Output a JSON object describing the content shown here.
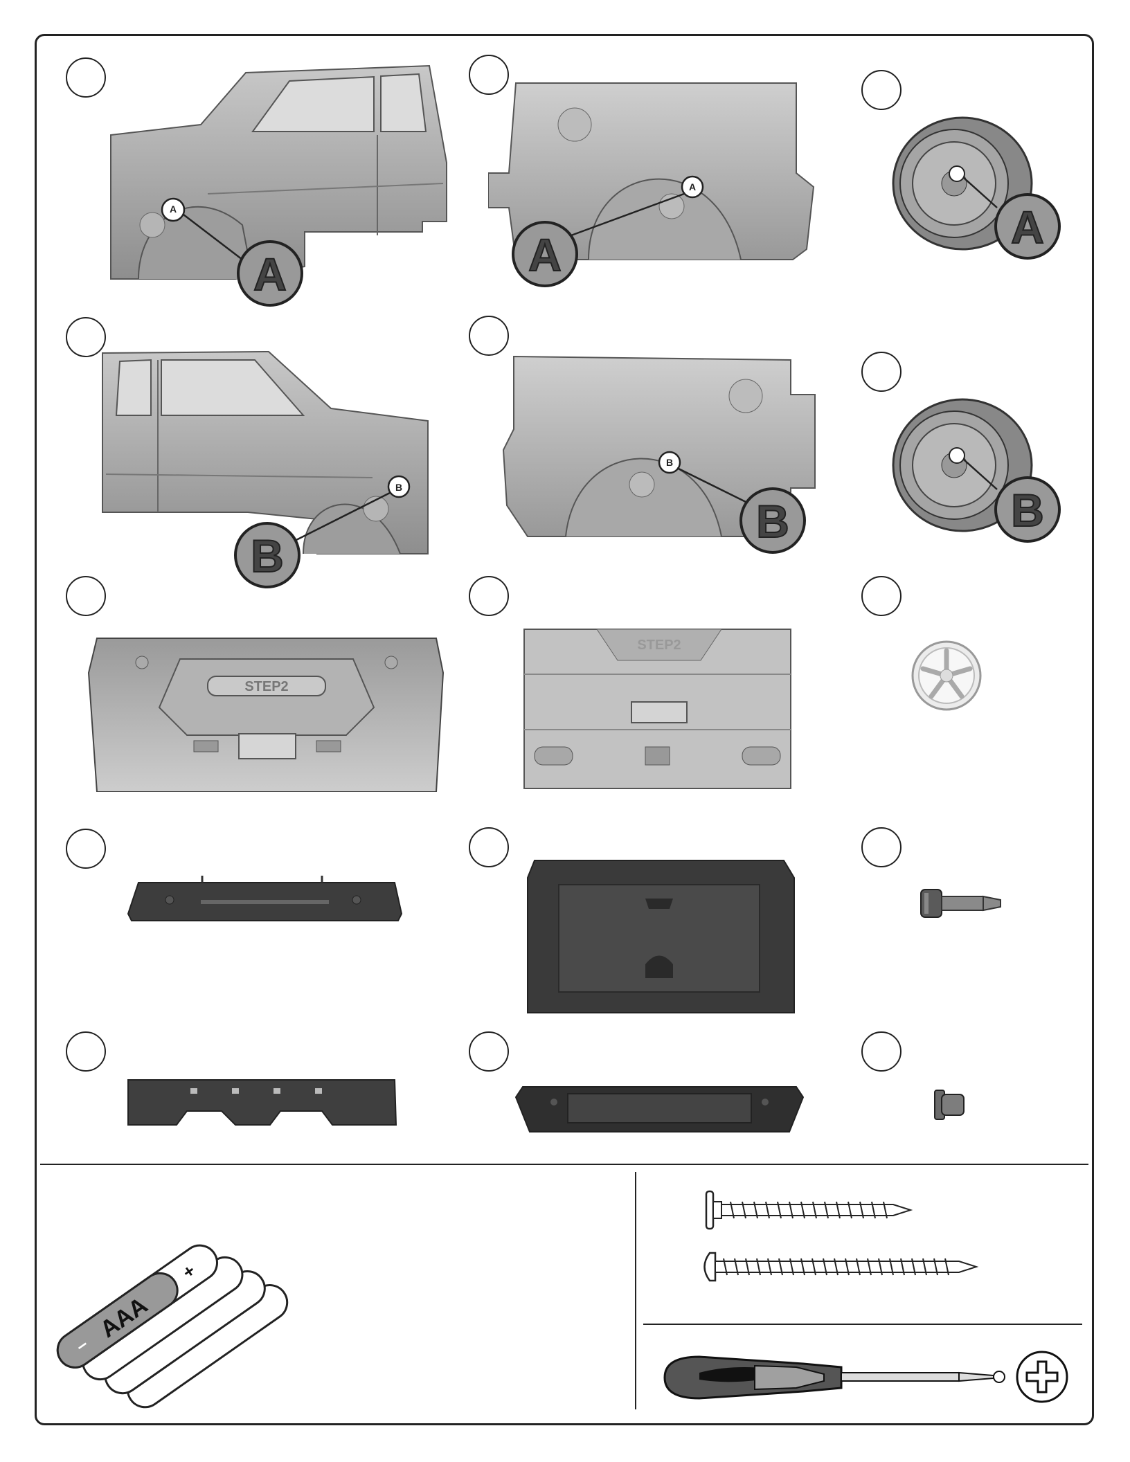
{
  "page": {
    "title": ""
  },
  "labels": {
    "a_small": "A",
    "a_large": "A",
    "b_small": "B",
    "b_large": "B",
    "brand": "STEP2",
    "battery": "AAA",
    "plus": "+",
    "minus": "–"
  },
  "colors": {
    "line": "#222222",
    "part_gray": "#a9a9a9",
    "dark_part": "#3a3a3a",
    "background": "#ffffff"
  },
  "parts": [
    {
      "icon": "truck-cab-left-side"
    },
    {
      "icon": "truck-bed-left-side"
    },
    {
      "icon": "wheel-a"
    },
    {
      "icon": "truck-cab-right-side"
    },
    {
      "icon": "truck-bed-right-side"
    },
    {
      "icon": "wheel-b"
    },
    {
      "icon": "front-bumper-grille"
    },
    {
      "icon": "tailgate"
    },
    {
      "icon": "hubcap"
    },
    {
      "icon": "dashboard-bar"
    },
    {
      "icon": "seat"
    },
    {
      "icon": "axle-cap-bolt"
    },
    {
      "icon": "support-rail"
    },
    {
      "icon": "rear-light-bar"
    },
    {
      "icon": "axle-cap-nut"
    }
  ],
  "hardware": [
    {
      "icon": "short-screw"
    },
    {
      "icon": "long-screw"
    },
    {
      "icon": "phillips-screwdriver"
    },
    {
      "icon": "aaa-batteries"
    }
  ]
}
